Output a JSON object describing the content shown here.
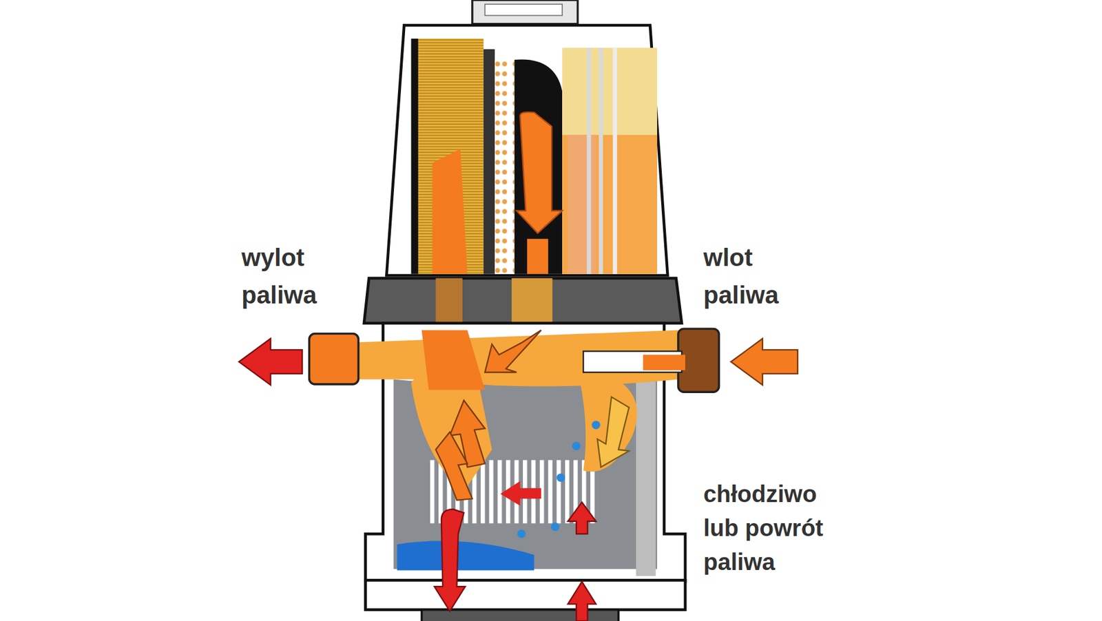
{
  "diagram": {
    "labels": [
      "wylot paliwa",
      "wlot paliwa",
      "chłodziwo lub powrót paliwa"
    ]
  }
}
